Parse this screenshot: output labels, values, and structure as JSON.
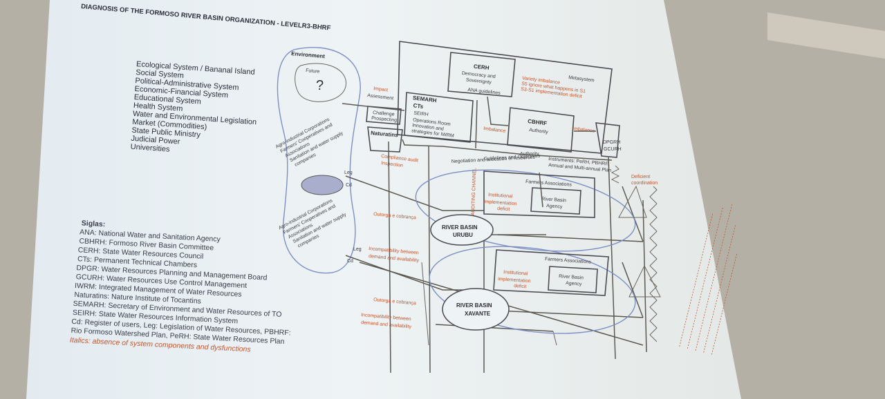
{
  "title": "DIAGNOSIS OF THE FORMOSO RIVER BASIN ORGANIZATION - LEVELR3-BHRF",
  "environment": {
    "label": "Environment",
    "future": "Future",
    "question": "?",
    "list": [
      "Ecological System / Bananal Island",
      "Social System",
      "Political-Administrative System",
      "Economic-Financial System",
      "Educational System",
      "Health System",
      "Water and Environmental Legislation",
      "Market (Commodities)",
      "State Public Ministry",
      "Judicial Power",
      "Universities"
    ]
  },
  "sectors_top": [
    "Agro-industrial Corporations",
    "Farmers' Cooperatives and",
    "Associations",
    "Sanitation and water supply",
    "companies"
  ],
  "sectors_bottom": [
    "Agro-industrial Corporations",
    "Farmers' Cooperatives and",
    "Associations",
    "Sanitation and water supply",
    "companies"
  ],
  "boxes": {
    "cerh_title": "CERH",
    "cerh_sub1": "Democracy and",
    "cerh_sub2": "Sovereignty",
    "cerh_sub3": "ANA guidelines",
    "metasystem": "Metasystem",
    "variety1": "Variety imbalance",
    "variety2": "S5 ignore what happens in S1",
    "variety3": "S3-S1 implementation deficit",
    "semarh": "SEMARH",
    "cts": "CTs",
    "seirh": "SEIRH",
    "ops1": "Operations Room",
    "ops2": "Innovation and",
    "ops3": "strategies for IWRM",
    "cbhrf": "CBHRF",
    "authority": "Authority",
    "imbalance": "Imbalance",
    "imbalance2": "Imbalance",
    "dpgrh": "DPGRH",
    "gcurh": "GCURH",
    "impact1": "Impact",
    "impact2": "Assessment",
    "challenge1": "Challenge",
    "challenge2": "Prospecting",
    "naturatins": "Naturatins",
    "compliance1": "Compliance audit",
    "compliance2": "Inspection",
    "negotiation": "Negotiation and allocation of resources",
    "guidelines": "Guidelines and Objectives",
    "authority2": "Authority",
    "instruments1": "Instruments: PeRH, PBHRF,",
    "instruments2": "Annual and Multi-annual Plan",
    "deficient1": "Deficient",
    "deficient2": "coordination",
    "farmers1": "Farmers Associations",
    "farmers2": "Farmers Associations",
    "impl1a": "Institutional",
    "impl1b": "implementation",
    "impl1c": "deficit",
    "impl2a": "Institutional",
    "impl2b": "implementation",
    "impl2c": "deficit",
    "agency1a": "River Basin",
    "agency1b": "Agency",
    "agency2a": "River Basin",
    "agency2b": "Agency",
    "urubu1": "RIVER BASIN",
    "urubu2": "URUBU",
    "xavante1": "RIVER BASIN",
    "xavante2": "XAVANTE",
    "outorga1": "Outorga e cobrança",
    "outorga2": "Outorga e cobrança",
    "incomp1a": "Incompatibility between",
    "incomp1b": "demand and availability",
    "incomp2a": "Incompatibility between",
    "incomp2b": "demand and availability",
    "leg": "Leg",
    "cd": "Cd",
    "leg2": "Leg",
    "cd2": "Cd",
    "auditing": "AUDITING CHANNEL"
  },
  "siglas": {
    "heading": "Siglas:",
    "items": [
      "ANA: National Water and Sanitation Agency",
      "CBHRH: Formoso River Basin Committee",
      "CERH: State Water Resources Council",
      "CTs: Permanent Technical Chambers",
      "DPGR: Water Resources Planning and Management Board",
      "GCURH: Water Resources Use Control Management",
      "IWRM: Integrated Management of Water Resources",
      "Naturatins: Nature Institute of Tocantins",
      "SEMARH: Secretary of Environment and Water Resources of TO",
      "SEIRH: State Water Resources Information System",
      "Cd: Register of users, Leg: Legislation of Water Resources, PBHRF:",
      "Rio Formoso Watershed Plan, PeRH: State Water Resources Plan"
    ],
    "italics": "Italics: absence of system components and dysfunctions"
  },
  "colors": {
    "accent": "#c0562c",
    "ink": "#2b2d3a",
    "ellipse": "#7d8fc2"
  }
}
